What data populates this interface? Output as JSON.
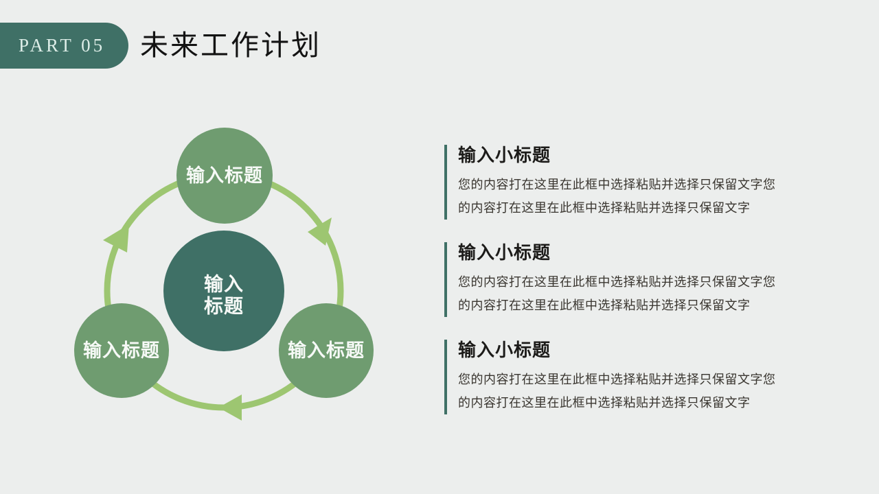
{
  "header": {
    "part_label": "PART 05",
    "title": "未来工作计划"
  },
  "diagram": {
    "type": "cycle",
    "direction": "clockwise",
    "center": {
      "line1": "输入",
      "line2": "标题"
    },
    "nodes": [
      {
        "label": "输入标题",
        "position": "top"
      },
      {
        "label": "输入标题",
        "position": "bottom-left"
      },
      {
        "label": "输入标题",
        "position": "bottom-right"
      }
    ],
    "colors": {
      "center_circle": "#3F7066",
      "node_circle": "#6F9C70",
      "arrow_ring": "#9DC671",
      "label_text": "#F6F9F6"
    }
  },
  "content_blocks": [
    {
      "heading": "输入小标题",
      "body": "您的内容打在这里在此框中选择粘贴并选择只保留文字您的内容打在这里在此框中选择粘贴并选择只保留文字"
    },
    {
      "heading": "输入小标题",
      "body": "您的内容打在这里在此框中选择粘贴并选择只保留文字您的内容打在这里在此框中选择粘贴并选择只保留文字"
    },
    {
      "heading": "输入小标题",
      "body": "您的内容打在这里在此框中选择粘贴并选择只保留文字您的内容打在这里在此框中选择粘贴并选择只保留文字"
    }
  ],
  "colors": {
    "background": "#ECEEED",
    "accent_teal": "#3F7066",
    "title_text": "#131313",
    "heading_text": "#1C1B19",
    "body_text": "#39352F",
    "badge_text": "#DCEDE7"
  }
}
